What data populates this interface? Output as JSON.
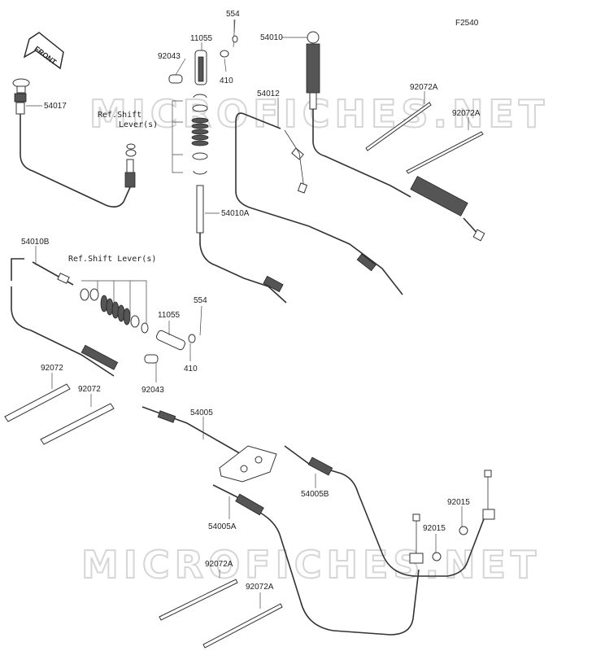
{
  "figure_code": "F2540",
  "front_arrow_text": "FRONT",
  "watermark_text": "MICROFICHES.NET",
  "refs": {
    "top": [
      "Ref.Shift",
      "Lever(s)"
    ],
    "middle": "Ref.Shift Lever(s)"
  },
  "labels": {
    "l554_top": "554",
    "l11055_top": "11055",
    "l92043_top": "92043",
    "l410_top": "410",
    "l54010": "54010",
    "l54012": "54012",
    "l92072A_1": "92072A",
    "l92072A_2": "92072A",
    "l54017": "54017",
    "l54010A": "54010A",
    "l54010B": "54010B",
    "l554_mid": "554",
    "l11055_mid": "11055",
    "l410_mid": "410",
    "l92043_mid": "92043",
    "l92072_1": "92072",
    "l92072_2": "92072",
    "l54005": "54005",
    "l54005B": "54005B",
    "l54005A": "54005A",
    "l92015_1": "92015",
    "l92015_2": "92015",
    "l92072A_3": "92072A",
    "l92072A_4": "92072A"
  }
}
